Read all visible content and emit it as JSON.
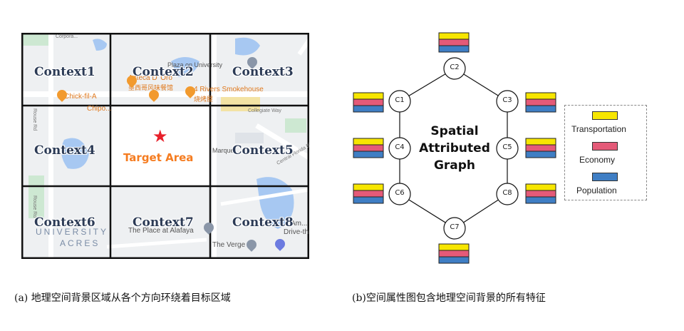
{
  "panel_a": {
    "contexts": [
      "Context1",
      "Context2",
      "Context3",
      "Context4",
      "Context5",
      "Context6",
      "Context7",
      "Context8"
    ],
    "target_label": "Target Area",
    "map_labels": {
      "corporate": "Corpora...",
      "azteca": "Azteca D' Oro",
      "azteca_cn": "墨西哥风味餐馆",
      "plaza": "Plaza on University",
      "chickfila": "Chick-fil-A",
      "rivers": "4 Rivers Smokehouse",
      "rivers_cn": "烧烤屋",
      "chipotle": "Chipo...",
      "collegiate": "Collegiate Way",
      "rouse_top": "Rouse Rd",
      "rouse_bottom": "Rouse Rd",
      "marque": "Marque...",
      "central_florida": "Central Florida Blvd",
      "university": "UNIVERSITY",
      "acres": "ACRES",
      "the_place": "The Place at Alafaya",
      "am": "Am...",
      "drive_thru": "Drive-thru A...",
      "the_verge": "The Verge"
    },
    "caption": "(a) 地理空间背景区域从各个方向环绕着目标区域"
  },
  "panel_b": {
    "nodes": [
      "C2",
      "C1",
      "C3",
      "C4",
      "C5",
      "C6",
      "C8",
      "C7"
    ],
    "title_lines": [
      "Spatial",
      "Attributed",
      "Graph"
    ],
    "legend": [
      {
        "label": "Transportation",
        "color": "#f7e600"
      },
      {
        "label": "Economy",
        "color": "#e45a78"
      },
      {
        "label": "Population",
        "color": "#3f7ec4"
      }
    ],
    "caption": "(b)空间属性图包含地理空间背景的所有特征"
  },
  "colors": {
    "transportation": "#f7e600",
    "economy": "#e45a78",
    "population": "#3f7ec4",
    "target_text": "#f57c20",
    "star": "#e8202a"
  }
}
